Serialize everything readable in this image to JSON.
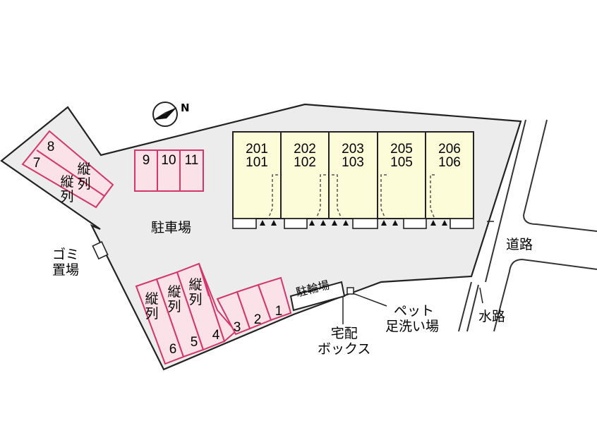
{
  "map": {
    "north_label": "N",
    "parking_label": "駐車場",
    "road_label": "道路",
    "waterway_label": "水路",
    "garbage_label_line1": "ゴミ",
    "garbage_label_line2": "置場",
    "bike_parking_label": "駐輪場",
    "pet_label_line1": "ペット",
    "pet_label_line2": "足洗い場",
    "delivery_box_label_line1": "宅配",
    "delivery_box_label_line2": "ボックス",
    "tandem_label_char1": "縦",
    "tandem_label_char2": "列",
    "units": [
      {
        "upper": "201",
        "lower": "101"
      },
      {
        "upper": "202",
        "lower": "102"
      },
      {
        "upper": "203",
        "lower": "103"
      },
      {
        "upper": "205",
        "lower": "105"
      },
      {
        "upper": "206",
        "lower": "106"
      }
    ],
    "spots_top": [
      "9",
      "10",
      "11"
    ],
    "spots_bottom": [
      "4",
      "3",
      "2",
      "1"
    ],
    "spots_tandem_bottom": [
      "6",
      "5"
    ],
    "spots_left": [
      "7",
      "8"
    ],
    "colors": {
      "lot": "#ececec",
      "parking_fill": "#fbe1e8",
      "parking_stroke": "#d2366a",
      "building_fill": "#fcfcd8",
      "outline": "#222222"
    }
  }
}
